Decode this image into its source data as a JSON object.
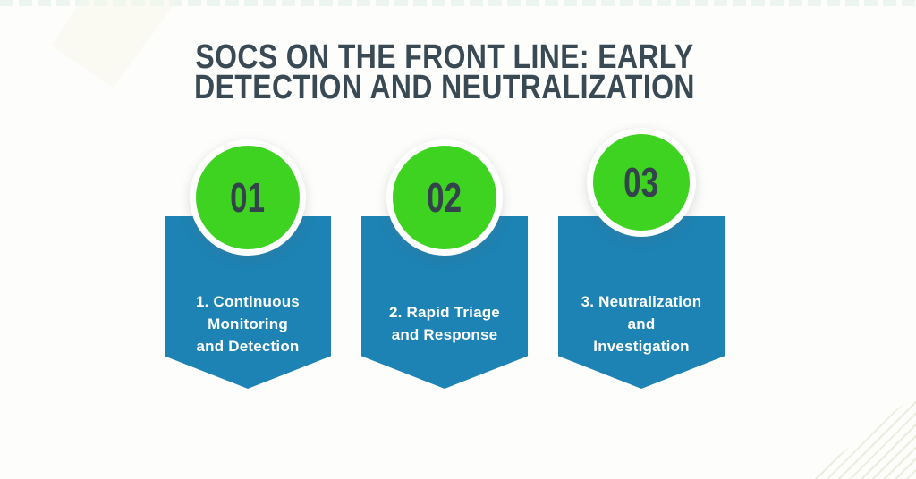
{
  "title": {
    "line1": "SOCS ON THE FRONT LINE: EARLY",
    "line2": "DETECTION AND NEUTRALIZATION"
  },
  "colors": {
    "accent_green": "#3FD321",
    "banner_blue": "#1D83B4",
    "title_dark": "#3A4A55",
    "number_dark": "#33424B",
    "banner_text_white": "#FFFFFF",
    "background": "#FDFDFB"
  },
  "steps": [
    {
      "number": "01",
      "label_lines": [
        "1. Continuous",
        "Monitoring",
        "and Detection"
      ]
    },
    {
      "number": "02",
      "label_lines": [
        "2. Rapid Triage",
        "and Response"
      ]
    },
    {
      "number": "03",
      "label_lines": [
        "3. Neutralization",
        "and",
        "Investigation"
      ]
    }
  ]
}
